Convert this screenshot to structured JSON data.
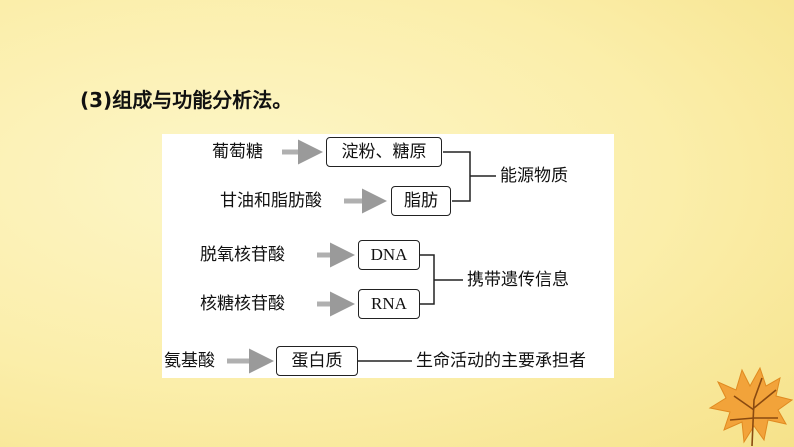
{
  "heading": "(3)组成与功能分析法。",
  "diagram": {
    "sources": {
      "glucose": "葡萄糖",
      "glycerol_fatty_acid": "甘油和脂肪酸",
      "deoxynucleotide": "脱氧核苷酸",
      "ribonucleotide": "核糖核苷酸",
      "amino_acid": "氨基酸"
    },
    "products": {
      "starch_glycogen": "淀粉、糖原",
      "fat": "脂肪",
      "dna": "DNA",
      "rna": "RNA",
      "protein": "蛋白质"
    },
    "functions": {
      "energy": "能源物质",
      "genetic_info": "携带遗传信息",
      "life_activity": "生命活动的主要承担者"
    }
  },
  "colors": {
    "arrow": "#b0b0b0",
    "line": "#222222",
    "leaf": "#f2a33a"
  },
  "icons": {
    "leaf": "maple-leaf-icon"
  }
}
